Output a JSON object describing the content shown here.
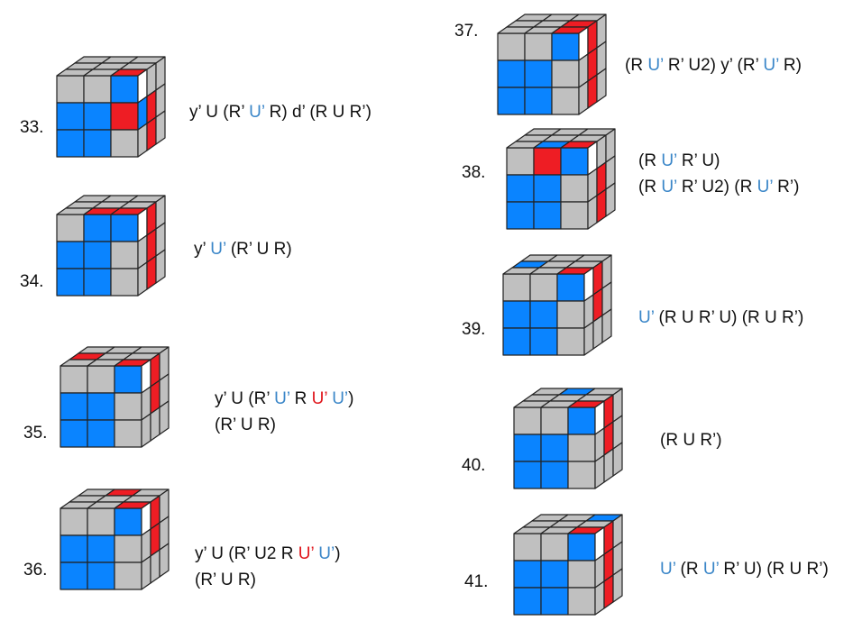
{
  "colors": {
    "gray": "#c0c0c0",
    "blue": "#0a84ff",
    "red": "#ee1d24",
    "white": "#ffffff",
    "stroke": "#222222"
  },
  "cases": [
    {
      "number": "33.",
      "alg": [
        [
          [
            "y’ U (R’ ",
            "black"
          ],
          [
            "U’",
            "blue"
          ],
          [
            " R) d’ (R U R’)",
            "black"
          ]
        ]
      ],
      "cube": {
        "top": [
          "g",
          "g",
          "g",
          "g",
          "g",
          "g",
          "g",
          "g",
          "r"
        ],
        "front": [
          "g",
          "g",
          "b",
          "b",
          "b",
          "r",
          "b",
          "b",
          "g"
        ],
        "right": [
          "w",
          "g",
          "g",
          "b",
          "r",
          "g",
          "g",
          "r",
          "g"
        ]
      }
    },
    {
      "number": "34.",
      "alg": [
        [
          [
            "y’ ",
            "black"
          ],
          [
            "U’",
            "blue"
          ],
          [
            " (R’ U R)",
            "black"
          ]
        ]
      ],
      "cube": {
        "top": [
          "g",
          "g",
          "g",
          "g",
          "g",
          "g",
          "g",
          "r",
          "r"
        ],
        "front": [
          "g",
          "b",
          "b",
          "b",
          "b",
          "g",
          "b",
          "b",
          "g"
        ],
        "right": [
          "w",
          "r",
          "g",
          "g",
          "r",
          "g",
          "g",
          "r",
          "g"
        ]
      }
    },
    {
      "number": "35.",
      "alg": [
        [
          [
            "y’ U (R’ ",
            "black"
          ],
          [
            "U’",
            "blue"
          ],
          [
            " R ",
            "black"
          ],
          [
            "U’",
            "red"
          ],
          [
            " ",
            "black"
          ],
          [
            "U’",
            "blue"
          ],
          [
            ")",
            "black"
          ]
        ],
        [
          [
            "(R’ U R)",
            "black"
          ]
        ]
      ],
      "cube": {
        "top": [
          "g",
          "g",
          "g",
          "r",
          "g",
          "g",
          "g",
          "g",
          "r"
        ],
        "front": [
          "g",
          "g",
          "b",
          "b",
          "b",
          "g",
          "b",
          "b",
          "g"
        ],
        "right": [
          "w",
          "r",
          "g",
          "g",
          "r",
          "g",
          "g",
          "g",
          "g"
        ]
      }
    },
    {
      "number": "36.",
      "alg": [
        [
          [
            "y’ U (R’ U2 R ",
            "black"
          ],
          [
            "U’",
            "red"
          ],
          [
            " ",
            "black"
          ],
          [
            "U’",
            "blue"
          ],
          [
            ")",
            "black"
          ]
        ],
        [
          [
            "(R’ U R)",
            "black"
          ]
        ]
      ],
      "cube": {
        "top": [
          "g",
          "r",
          "g",
          "g",
          "g",
          "g",
          "g",
          "g",
          "r"
        ],
        "front": [
          "g",
          "g",
          "b",
          "b",
          "b",
          "g",
          "b",
          "b",
          "g"
        ],
        "right": [
          "w",
          "r",
          "g",
          "g",
          "r",
          "g",
          "g",
          "g",
          "g"
        ]
      }
    },
    {
      "number": "37.",
      "alg": [
        [
          [
            "(R ",
            "black"
          ],
          [
            "U’",
            "blue"
          ],
          [
            " R’ U2) y’ (R’ ",
            "black"
          ],
          [
            "U’",
            "blue"
          ],
          [
            " R)",
            "black"
          ]
        ]
      ],
      "cube": {
        "top": [
          "g",
          "g",
          "g",
          "g",
          "g",
          "r",
          "g",
          "g",
          "r"
        ],
        "front": [
          "g",
          "g",
          "b",
          "b",
          "b",
          "g",
          "b",
          "b",
          "g"
        ],
        "right": [
          "w",
          "r",
          "g",
          "g",
          "r",
          "g",
          "g",
          "r",
          "g"
        ]
      }
    },
    {
      "number": "38.",
      "alg": [
        [
          [
            "(R ",
            "black"
          ],
          [
            "U’",
            "blue"
          ],
          [
            " R’ U)",
            "black"
          ]
        ],
        [
          [
            "(R ",
            "black"
          ],
          [
            "U’",
            "blue"
          ],
          [
            " R’ U2) (R ",
            "black"
          ],
          [
            "U’",
            "blue"
          ],
          [
            " R’)",
            "black"
          ]
        ]
      ],
      "cube": {
        "top": [
          "g",
          "g",
          "g",
          "g",
          "g",
          "g",
          "g",
          "b",
          "r"
        ],
        "front": [
          "g",
          "r",
          "b",
          "b",
          "b",
          "g",
          "b",
          "b",
          "g"
        ],
        "right": [
          "w",
          "g",
          "g",
          "g",
          "r",
          "g",
          "g",
          "r",
          "g"
        ]
      }
    },
    {
      "number": "39.",
      "alg": [
        [
          [
            "U’",
            "blue"
          ],
          [
            " (R U R’ U) (R U R’)",
            "black"
          ]
        ]
      ],
      "cube": {
        "top": [
          "g",
          "g",
          "g",
          "b",
          "g",
          "g",
          "g",
          "g",
          "r"
        ],
        "front": [
          "g",
          "g",
          "b",
          "b",
          "b",
          "g",
          "b",
          "b",
          "g"
        ],
        "right": [
          "w",
          "r",
          "g",
          "g",
          "r",
          "g",
          "g",
          "g",
          "g"
        ]
      }
    },
    {
      "number": "40.",
      "alg": [
        [
          [
            "(R U R’)",
            "black"
          ]
        ]
      ],
      "cube": {
        "top": [
          "g",
          "b",
          "g",
          "g",
          "g",
          "g",
          "g",
          "g",
          "r"
        ],
        "front": [
          "g",
          "g",
          "b",
          "b",
          "b",
          "g",
          "b",
          "b",
          "g"
        ],
        "right": [
          "w",
          "r",
          "g",
          "g",
          "r",
          "g",
          "g",
          "g",
          "g"
        ]
      }
    },
    {
      "number": "41.",
      "alg": [
        [
          [
            "U’",
            "blue"
          ],
          [
            " (R ",
            "black"
          ],
          [
            "U’",
            "blue"
          ],
          [
            " R’ U) (R U R’)",
            "black"
          ]
        ]
      ],
      "cube": {
        "top": [
          "g",
          "g",
          "b",
          "g",
          "g",
          "g",
          "g",
          "g",
          "r"
        ],
        "front": [
          "g",
          "g",
          "b",
          "b",
          "b",
          "g",
          "b",
          "b",
          "g"
        ],
        "right": [
          "w",
          "r",
          "g",
          "g",
          "r",
          "g",
          "g",
          "r",
          "g"
        ]
      }
    }
  ]
}
